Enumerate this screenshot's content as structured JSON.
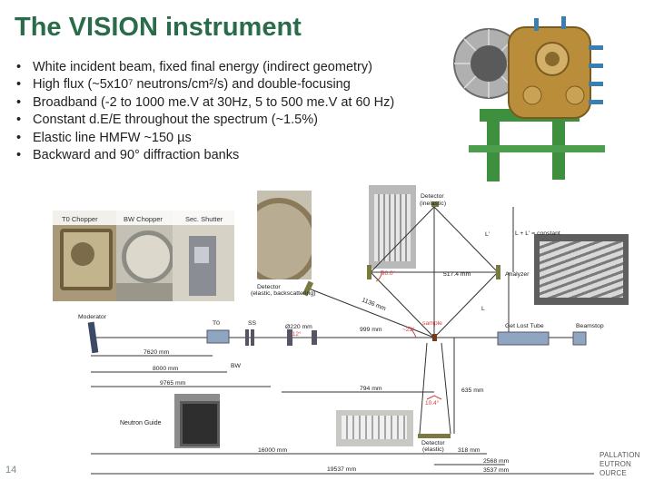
{
  "slide": {
    "title": "The VISION instrument",
    "page_number": "14",
    "bullets": [
      "White incident beam, fixed final energy (indirect geometry)",
      "High flux (~5x10⁷ neutrons/cm²/s) and double-focusing",
      "Broadband (-2 to 1000 me.V at 30Hz, 5 to 500 me.V at 60 Hz)",
      "Constant d.E/E throughout the spectrum (~1.5%)",
      "Elastic line HMFW ~150 µs",
      "Backward and 90° diffraction banks"
    ],
    "logo_lines": [
      "PALLATION",
      "EUTRON",
      "OURCE"
    ]
  },
  "photo_captions": {
    "t0_chopper": "T0 Chopper",
    "bw_chopper": "BW Chopper",
    "sec_shutter": "Sec. Shutter",
    "neutron_guide": "Neutron Guide"
  },
  "diagram": {
    "labels": {
      "detector_inelastic": "Detector",
      "detector_inelastic_sub": "(inelastic)",
      "detector_backscatter": "Detector",
      "detector_backscatter_sub": "(elastic, backscattering)",
      "detector_elastic": "Detector",
      "detector_elastic_sub": "(elastic)",
      "analyzer": "Analyzer",
      "moderator": "Moderator",
      "t0": "T0",
      "ss": "SS",
      "bw": "BW",
      "sample": "sample",
      "get_lost_tube": "Get Lost Tube",
      "beamstop": "Beamstop",
      "l_prime": "L'",
      "l": "L",
      "l_sum": "L + L' = constant"
    },
    "dimensions": {
      "d_517": "517.4 mm",
      "d_1136": "1136 mm",
      "d_220": "Ø220 mm",
      "d_999": "999 mm",
      "d_7620": "7620 mm",
      "d_8000": "8000 mm",
      "d_9765": "9765 mm",
      "d_794": "794 mm",
      "d_635": "635 mm",
      "d_16000": "16000 mm",
      "d_318": "318 mm",
      "d_2568": "2568 mm",
      "d_3537": "3537 mm",
      "d_19537": "19537 mm"
    },
    "angles": {
      "a_90": "90.0°",
      "a_12": "~12°",
      "a_23": "~23°",
      "a_10": "10.4°"
    }
  },
  "colors": {
    "title": "#2a6b4a",
    "accent_red": "#d04040",
    "line": "#333333",
    "beamline_box": "#8fa6c0"
  }
}
